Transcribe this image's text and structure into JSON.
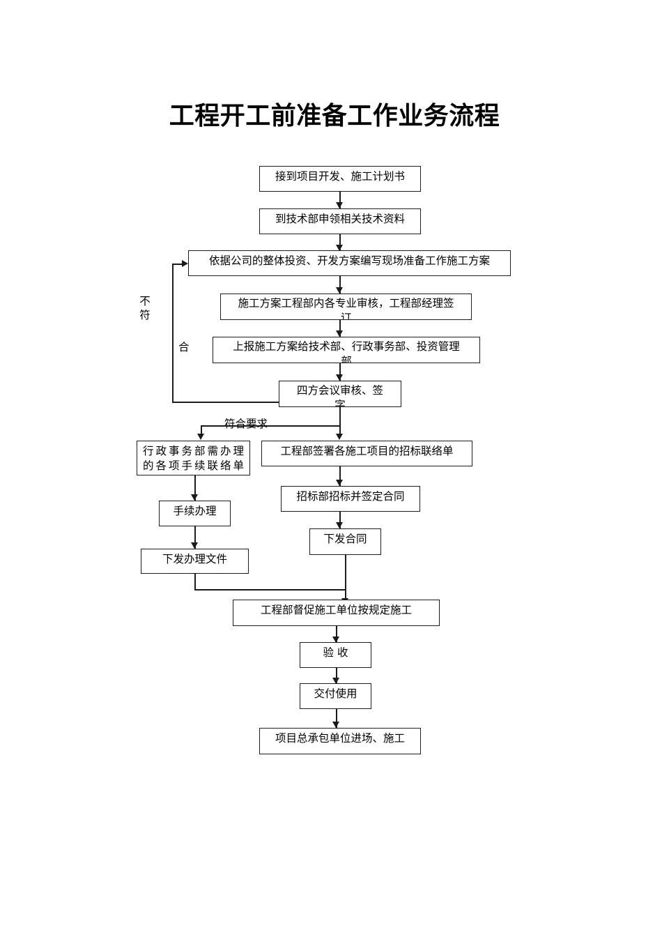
{
  "document": {
    "title": "工程开工前准备工作业务流程"
  },
  "nodes": {
    "receive_plan": {
      "label": "接到项目开发、施工计划书"
    },
    "apply_tech_docs": {
      "label": "到技术部申领相关技术资料"
    },
    "write_plan": {
      "label": "依据公司的整体投资、开发方案编写现场准备工作施工方案"
    },
    "internal_review": {
      "label": "施工方案工程部内各专业审核，工程部经理签\n订"
    },
    "report_plan": {
      "label": "上报施工方案给技术部、行政事务部、投资管理\n部"
    },
    "four_party_review": {
      "label": "四方会议审核、签\n字"
    },
    "admin_contact": {
      "label": "行政事务部需办理\n的各项手续联络单"
    },
    "engineering_bid": {
      "label": "工程部签署各施工项目的招标联络单"
    },
    "procedure_handle": {
      "label": "手续办理"
    },
    "bid_contract": {
      "label": "招标部招标并签定合同"
    },
    "issue_documents": {
      "label": "下发办理文件"
    },
    "issue_contract": {
      "label": "下发合同"
    },
    "supervise": {
      "label": "工程部督促施工单位按规定施工"
    },
    "acceptance": {
      "label": "验 收"
    },
    "delivery": {
      "label": "交付使用"
    },
    "contractor_entry": {
      "label": "项目总承包单位进场、施工"
    }
  },
  "edge_labels": {
    "not_conform": "不\n符",
    "conform": "合",
    "meets_requirements": "符合要求"
  },
  "colors": {
    "stroke": "#1a1a1a",
    "background": "#ffffff",
    "text": "#000000"
  }
}
